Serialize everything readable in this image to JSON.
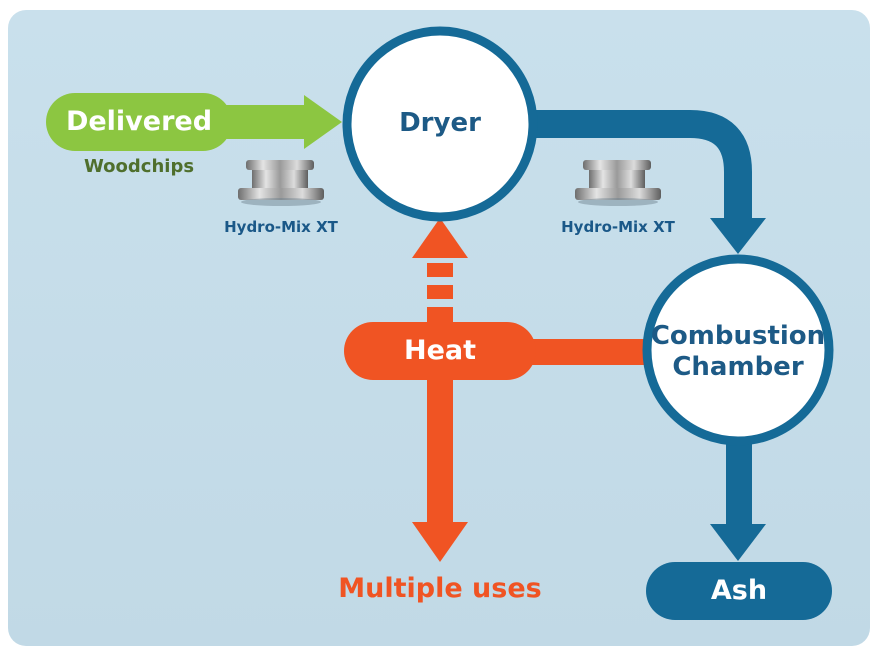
{
  "nodes": {
    "delivered": {
      "label": "Delivered",
      "sublabel": "Woodchips"
    },
    "dryer": {
      "label": "Dryer"
    },
    "combustion": {
      "line1": "Combustion",
      "line2": "Chamber"
    },
    "heat": {
      "label": "Heat"
    },
    "ash": {
      "label": "Ash"
    },
    "uses": {
      "label": "Multiple uses"
    }
  },
  "products": [
    {
      "label": "Hydro-Mix XT",
      "icon": "mixer-device-icon"
    },
    {
      "label": "Hydro-Mix XT",
      "icon": "mixer-device-icon"
    }
  ],
  "colors": {
    "background": "#c5dce8",
    "blue": "#156a97",
    "dark_blue": "#1d5a86",
    "green": "#8cc641",
    "dark_green": "#4f6f2d",
    "orange": "#f05423",
    "white": "#ffffff"
  }
}
